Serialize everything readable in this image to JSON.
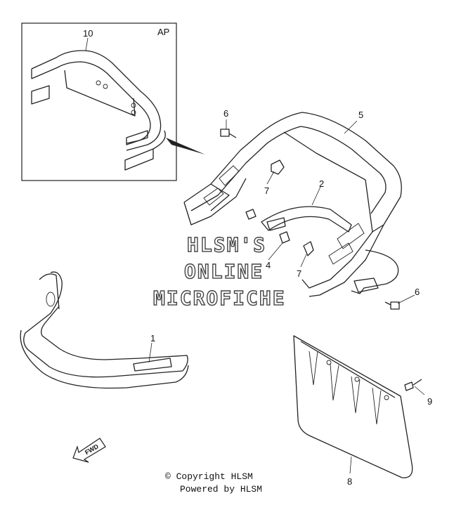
{
  "inset": {
    "tag": "AP",
    "callout": "10"
  },
  "callouts": {
    "c1": "1",
    "c2": "2",
    "c4": "4",
    "c5": "5",
    "c6a": "6",
    "c6b": "6",
    "c7a": "7",
    "c7b": "7",
    "c8": "8",
    "c9": "9"
  },
  "watermark": {
    "line1": "HLSM'S",
    "line2": "ONLINE",
    "line3": "MICROFICHE"
  },
  "fwd_label": "FWD",
  "footer": {
    "copyright": "© Copyright HLSM",
    "powered": "Powered by HLSM"
  },
  "colors": {
    "line": "#222222",
    "background": "#ffffff"
  }
}
